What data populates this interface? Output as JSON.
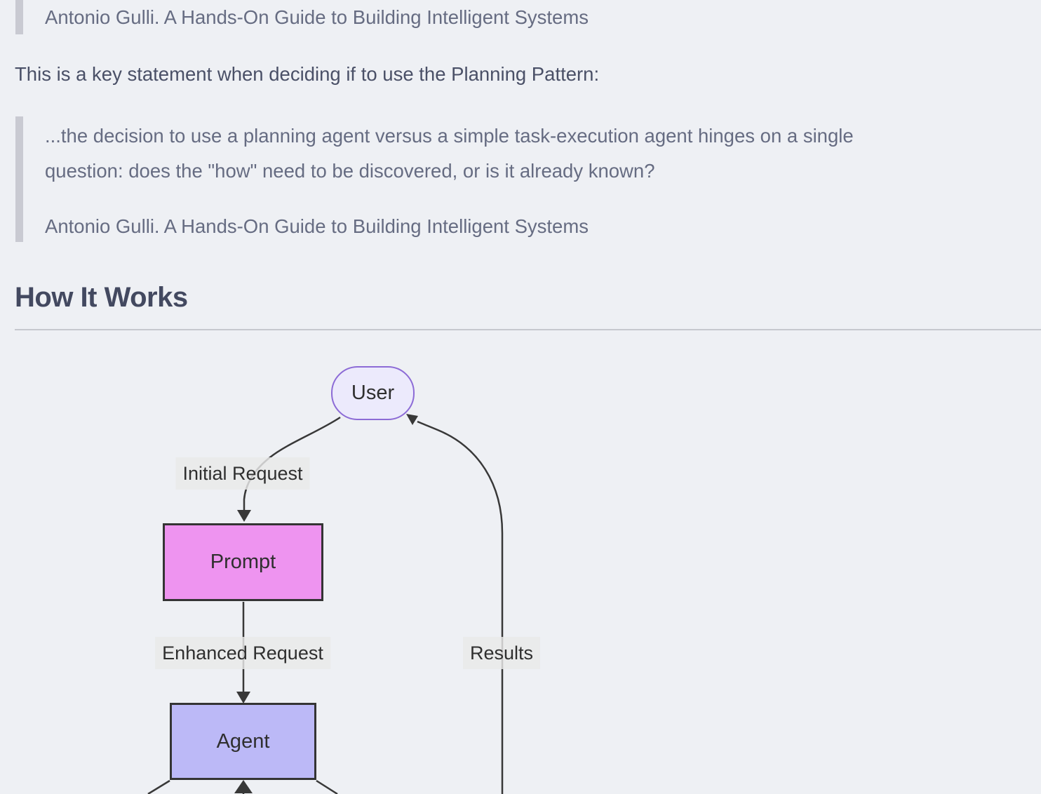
{
  "article": {
    "blockquote_top": {
      "attribution": "Antonio Gulli. A Hands-On Guide to Building Intelligent Systems"
    },
    "paragraph": "This is a key statement when deciding if to use the Planning Pattern:",
    "blockquote_main": {
      "quote_line1": "...the decision to use a planning agent versus a simple task-execution agent hinges on a single",
      "quote_line2": "question: does the \"how\" need to be discovered, or is it already known?",
      "attribution": "Antonio Gulli. A Hands-On Guide to Building Intelligent Systems"
    },
    "heading": "How It Works"
  },
  "diagram": {
    "type": "flowchart",
    "nodes": [
      {
        "id": "user",
        "label": "User",
        "shape": "stadium",
        "fill": "#eceafc",
        "stroke": "#8c6bd6"
      },
      {
        "id": "prompt",
        "label": "Prompt",
        "shape": "rect",
        "fill": "#ee94f0",
        "stroke": "#343434"
      },
      {
        "id": "agent",
        "label": "Agent",
        "shape": "rect",
        "fill": "#bcb9f7",
        "stroke": "#343434"
      }
    ],
    "edges": [
      {
        "from": "user",
        "to": "prompt",
        "label": "Initial Request"
      },
      {
        "from": "prompt",
        "to": "agent",
        "label": "Enhanced Request"
      },
      {
        "from": "agent",
        "to": "user",
        "label": "Results"
      }
    ],
    "edge_labels": {
      "initial_request": "Initial Request",
      "enhanced_request": "Enhanced Request",
      "results": "Results"
    },
    "colors": {
      "page_background": "#eef0f4",
      "edge_stroke": "#383838",
      "edge_label_background": "#e9e9e9",
      "blockquote_bar": "#c9cad2",
      "blockquote_text": "#666c82",
      "body_text": "#4a5067",
      "heading_text": "#434960"
    }
  }
}
